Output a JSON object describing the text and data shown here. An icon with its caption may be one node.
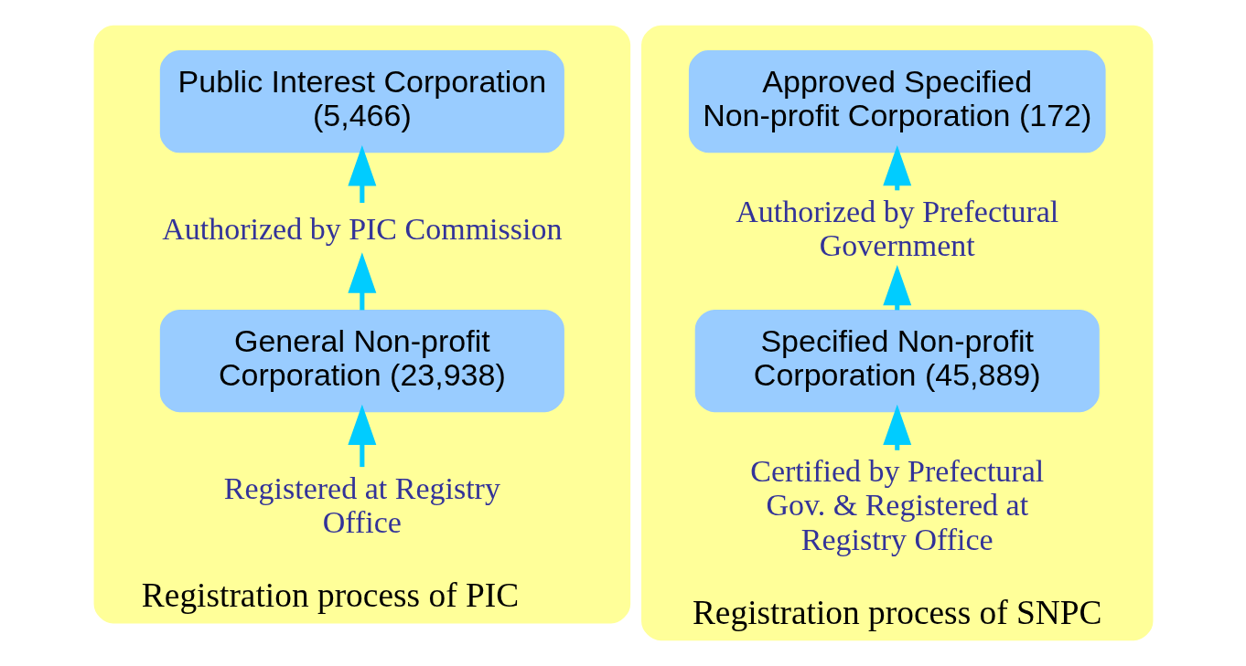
{
  "diagram": {
    "nodes": [
      {
        "text": [
          "Registration process of PIC"
        ]
      },
      {
        "text": [
          "Public Interest Corporation (5,466)"
        ],
        "in": 0
      },
      {
        "text": [
          "Authorized by PIC Commission"
        ],
        "in": 0
      },
      {
        "text": [
          "General Non-profit Corporation (23,938)"
        ],
        "in": 0
      },
      {
        "text": [
          "Registered at Registry Office"
        ],
        "in": 0
      },
      {
        "text": [
          "Registration process of SNPC"
        ]
      },
      {
        "text": [
          "Approved Specified Non-profit Corporation (172)"
        ],
        "in": 5
      },
      {
        "text": [
          "Authorized by Prefectural Government"
        ],
        "in": 5
      },
      {
        "text": [
          "Specified Non-profit Corporation (45,889)"
        ],
        "in": 5
      },
      {
        "text": [
          "Certified by Prefectural Gov. & Registered at Registry Office"
        ],
        "in": 5
      }
    ],
    "edges": [
      {
        "from": 4,
        "to": 3,
        "arrow": "to"
      },
      {
        "from": 3,
        "to": 2,
        "arrow": "to"
      },
      {
        "from": 2,
        "to": 1,
        "arrow": "to"
      },
      {
        "from": 9,
        "to": 8,
        "arrow": "to"
      },
      {
        "from": 8,
        "to": 7,
        "arrow": "to"
      },
      {
        "from": 7,
        "to": 6,
        "arrow": "to"
      }
    ]
  }
}
